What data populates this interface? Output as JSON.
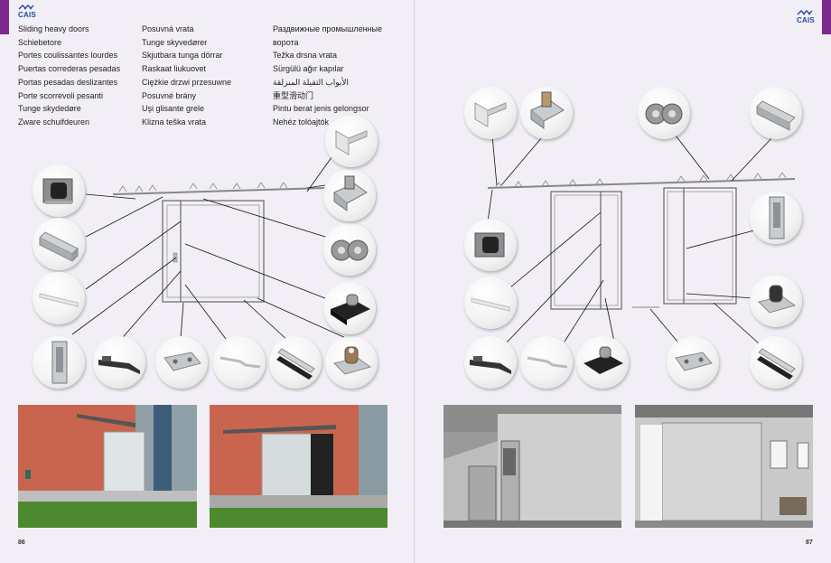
{
  "brand": {
    "logo_text": "CAIS",
    "accent_color": "#7b2a8c",
    "logo_color": "#1f4ea1"
  },
  "titles": {
    "col1": [
      "Sliding heavy doors",
      "Schiebetore",
      "Portes coulissantes lourdes",
      "Puertas correderas pesadas",
      "Portas pesadas deslizantes",
      "Porte scorrevoli pesanti",
      "Tunge skydedøre",
      "Zware schuifdeuren"
    ],
    "col2": [
      "Posuvná vrata",
      "Tunge skyvedører",
      "Skjutbara tunga dörrar",
      "Raskaat liukuovet",
      "Ciężkie drzwi przesuwne",
      "Posuvné brány",
      "Uşi glisante grele",
      "Klizna teška vrata"
    ],
    "col3": [
      "Раздвижные промышленные",
      "ворота",
      "Težka drsna vrata",
      "Sürgülü ağır kapılar",
      "الأبواب الثقيلة المنزلقة",
      "重型滑动门",
      "Pintu berat jenis gelongsor",
      "Nehéz tolóajtók"
    ]
  },
  "page_numbers": {
    "left": "86",
    "right": "87"
  },
  "icons": [
    "track-bracket-icon",
    "roller-icon",
    "rail-profile-icon",
    "floor-guide-icon",
    "handle-icon",
    "latch-bar-icon",
    "plate-icon",
    "strip-icon",
    "brush-seal-icon",
    "bottom-guide-icon",
    "rubber-stop-icon"
  ]
}
